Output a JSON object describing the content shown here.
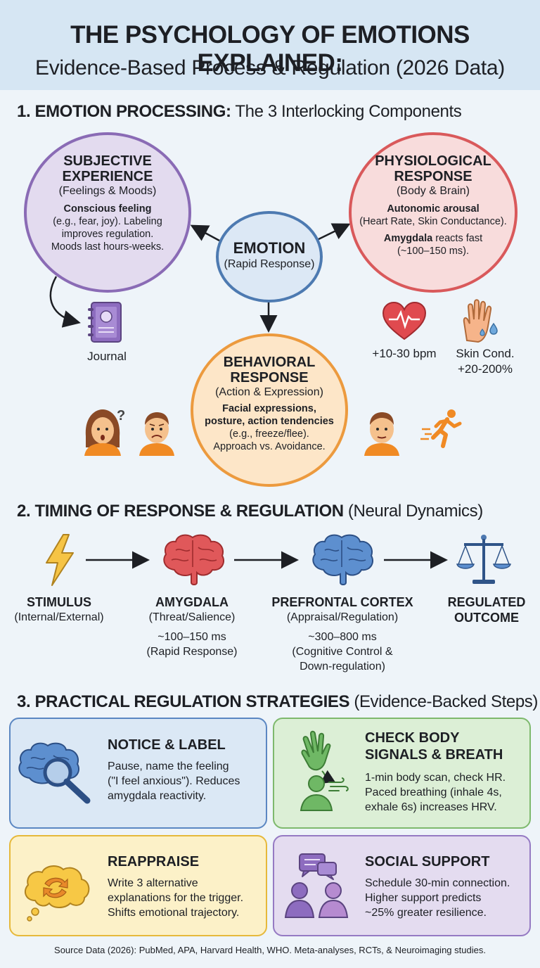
{
  "header": {
    "title": "THE PSYCHOLOGY OF EMOTIONS EXPLAINED:",
    "subtitle": "Evidence-Based Process & Regulation (2026 Data)"
  },
  "section1": {
    "num_bold": "1. EMOTION PROCESSING:",
    "rest": " The 3 Interlocking Components",
    "subjective": {
      "title_line1": "SUBJECTIVE",
      "title_line2": "EXPERIENCE",
      "sub": "(Feelings & Moods)",
      "body_bold": "Conscious feeling",
      "body_l1": "(e.g., fear, joy). Labeling",
      "body_l2": "improves regulation.",
      "body_l3": "Moods last hours-weeks."
    },
    "journal_label": "Journal",
    "center": {
      "title": "EMOTION",
      "sub": "(Rapid Response)"
    },
    "physiological": {
      "title_line1": "PHYSIOLOGICAL",
      "title_line2": "RESPONSE",
      "sub": "(Body & Brain)",
      "body_bold1": "Autonomic arousal",
      "body_l1": "(Heart Rate, Skin Conductance).",
      "body_bold2": "Amygdala",
      "body_l2": " reacts fast",
      "body_l3": "(~100–150 ms)."
    },
    "heart_label": "+10-30 bpm",
    "skin_label_l1": "Skin Cond.",
    "skin_label_l2": "+20-200%",
    "behavioral": {
      "title_line1": "BEHAVIORAL",
      "title_line2": "RESPONSE",
      "sub": "(Action & Expression)",
      "body_bold1": "Facial expressions,",
      "body_bold2": "posture, action tendencies",
      "body_l1": "(e.g., freeze/flee).",
      "body_l2": "Approach vs. Avoidance."
    },
    "question_mark": "?"
  },
  "section2": {
    "num_bold": "2. TIMING OF RESPONSE & REGULATION",
    "rest": " (Neural Dynamics)",
    "steps": [
      {
        "title": "STIMULUS",
        "sub": "(Internal/External)"
      },
      {
        "title": "AMYGDALA",
        "sub": "(Threat/Salience)",
        "time1": "~100–150 ms",
        "time2": "(Rapid Response)"
      },
      {
        "title": "PREFRONTAL CORTEX",
        "sub": "(Appraisal/Regulation)",
        "time1": "~300–800 ms",
        "time2": "(Cognitive Control &",
        "time3": "Down-regulation)"
      },
      {
        "title": "REGULATED",
        "title2": "OUTCOME"
      }
    ]
  },
  "section3": {
    "num_bold": "3. PRACTICAL REGULATION STRATEGIES",
    "rest": " (Evidence-Backed Steps)",
    "cards": [
      {
        "title": "NOTICE & LABEL",
        "l1": "Pause, name the feeling",
        "l2": "(\"I feel anxious\"). Reduces",
        "l3": "amygdala reactivity."
      },
      {
        "title_l1": "CHECK BODY",
        "title_l2": "SIGNALS & BREATH",
        "l1": "1-min body scan, check HR.",
        "l2": "Paced breathing (inhale 4s,",
        "l3": "exhale 6s) increases HRV."
      },
      {
        "title": "REAPPRAISE",
        "l1": "Write 3 alternative",
        "l2": "explanations for the trigger.",
        "l3": "Shifts emotional trajectory."
      },
      {
        "title": "SOCIAL SUPPORT",
        "l1": "Schedule 30-min connection.",
        "l2": "Higher support predicts",
        "l3": "~25% greater resilience."
      }
    ]
  },
  "footer": "Source Data (2026): PubMed, APA, Harvard Health, WHO. Meta-analyses, RCTs, & Neuroimaging studies.",
  "colors": {
    "purple": "#8a6bb5",
    "red": "#d9595b",
    "blue": "#4d7ab1",
    "orange": "#ec9a3e",
    "green": "#7eb96d",
    "yellow": "#e6b93b"
  }
}
